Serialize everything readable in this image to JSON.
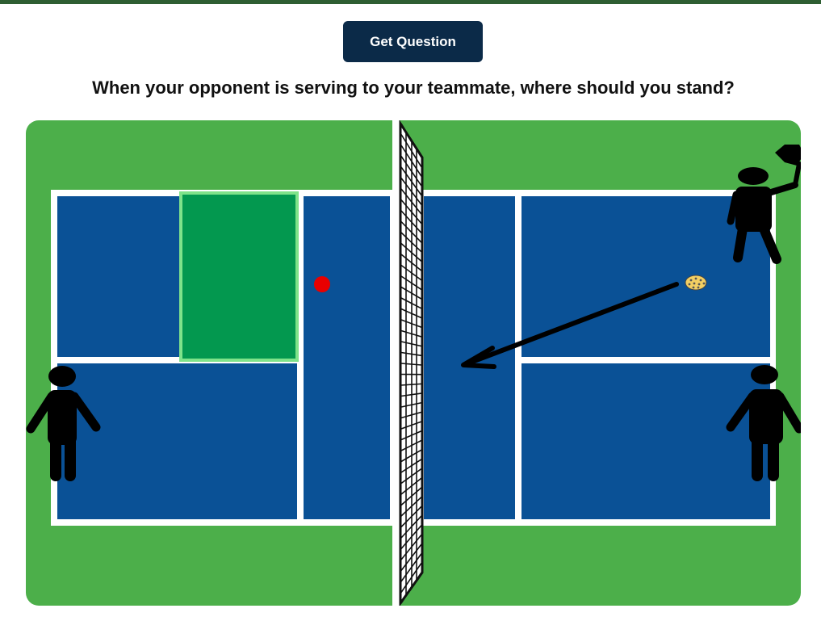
{
  "header": {
    "get_question_label": "Get Question"
  },
  "question": {
    "text": "When your opponent is serving to your teammate, where should you stand?"
  },
  "colors": {
    "top_bar": "#2e5e32",
    "button_bg": "#0b2a48",
    "grass": "#4caf4a",
    "court_blue": "#0a5196",
    "court_lines": "#ffffff",
    "answer_zone": "#03984f",
    "answer_zone_border": "#7fe38a",
    "target_dot": "#e80000",
    "ball": "#f2cf63"
  },
  "court": {
    "answer_zone_icon": "highlight-zone",
    "target_marker_icon": "red-dot-icon",
    "ball_icon": "pickleball-icon",
    "serve_arrow_icon": "arrow-icon",
    "net_icon": "net-icon",
    "players": [
      "you-player-icon",
      "server-opponent-icon",
      "receiver-opponent-icon",
      "teammate-player-icon"
    ]
  }
}
